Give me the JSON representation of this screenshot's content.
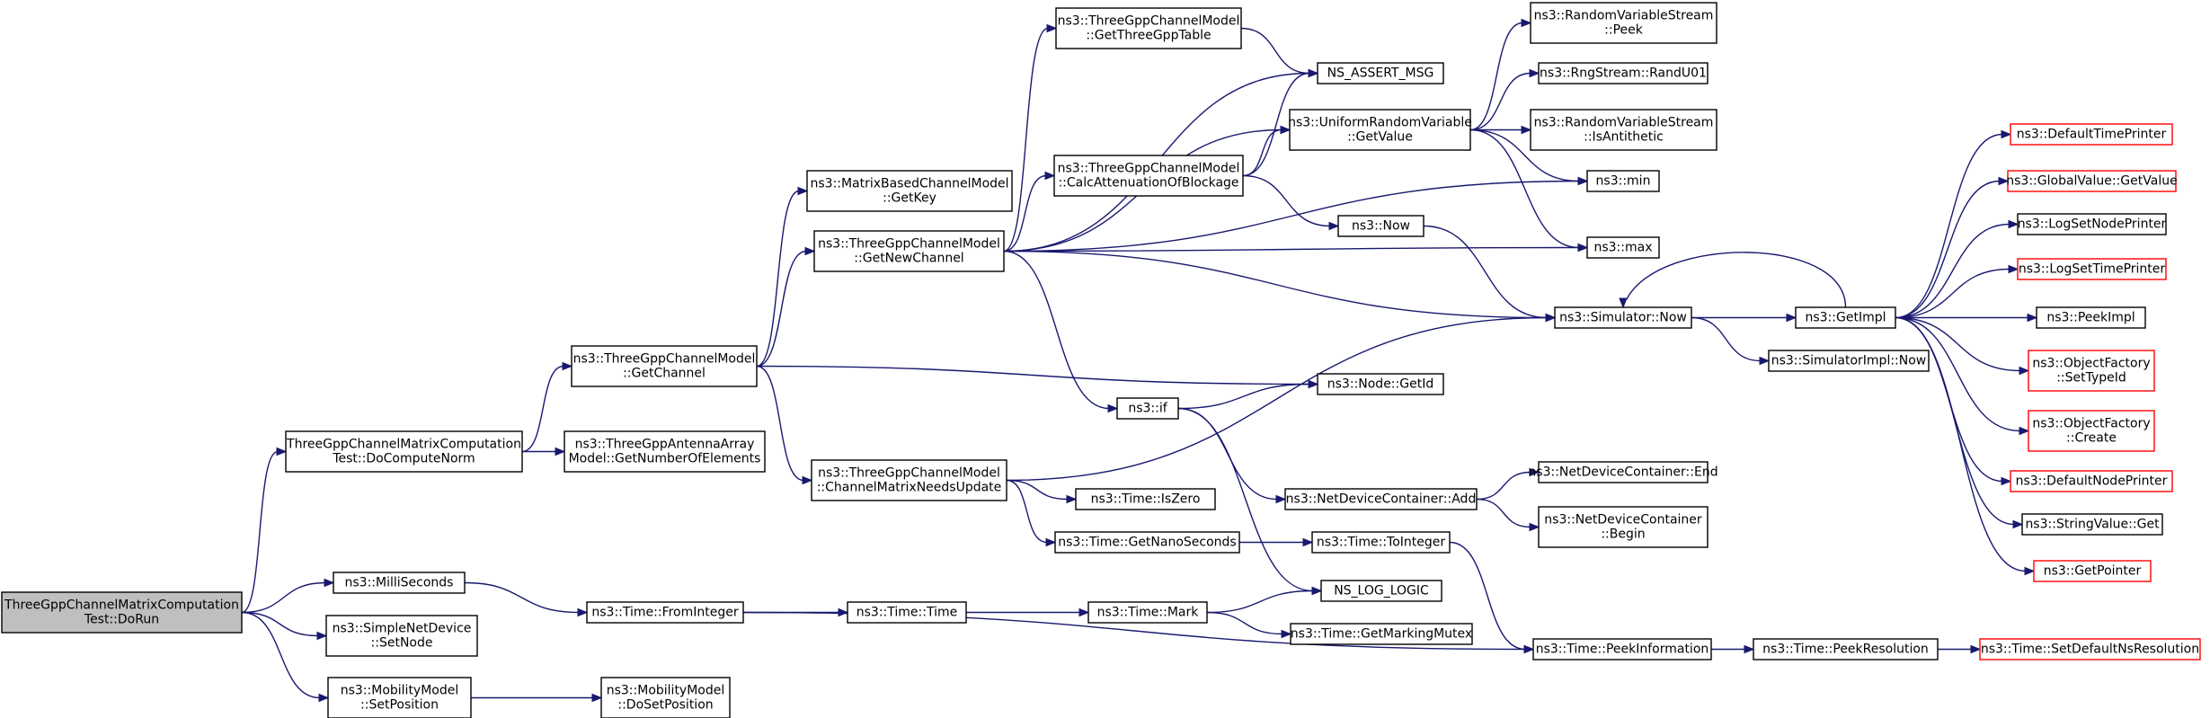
{
  "graph": {
    "nodes": [
      {
        "id": "root",
        "lines": [
          "ThreeGppChannelMatrixComputation",
          "Test::DoRun"
        ],
        "style": "root"
      },
      {
        "id": "docomputenorm",
        "lines": [
          "ThreeGppChannelMatrixComputation",
          "Test::DoComputeNorm"
        ],
        "style": "normal"
      },
      {
        "id": "millis",
        "lines": [
          "ns3::MilliSeconds"
        ],
        "style": "normal"
      },
      {
        "id": "setnode",
        "lines": [
          "ns3::SimpleNetDevice",
          "::SetNode"
        ],
        "style": "normal"
      },
      {
        "id": "setposition",
        "lines": [
          "ns3::MobilityModel",
          "::SetPosition"
        ],
        "style": "normal"
      },
      {
        "id": "getchannel",
        "lines": [
          "ns3::ThreeGppChannelModel",
          "::GetChannel"
        ],
        "style": "normal"
      },
      {
        "id": "getnumelements",
        "lines": [
          "ns3::ThreeGppAntennaArray",
          "Model::GetNumberOfElements"
        ],
        "style": "normal"
      },
      {
        "id": "fromint",
        "lines": [
          "ns3::Time::FromInteger"
        ],
        "style": "normal"
      },
      {
        "id": "dosetposition",
        "lines": [
          "ns3::MobilityModel",
          "::DoSetPosition"
        ],
        "style": "normal"
      },
      {
        "id": "getkey",
        "lines": [
          "ns3::MatrixBasedChannelModel",
          "::GetKey"
        ],
        "style": "normal"
      },
      {
        "id": "getnewchannel",
        "lines": [
          "ns3::ThreeGppChannelModel",
          "::GetNewChannel"
        ],
        "style": "normal"
      },
      {
        "id": "needsupdate",
        "lines": [
          "ns3::ThreeGppChannelModel",
          "::ChannelMatrixNeedsUpdate"
        ],
        "style": "normal"
      },
      {
        "id": "timetime",
        "lines": [
          "ns3::Time::Time"
        ],
        "style": "normal"
      },
      {
        "id": "getthreegpptable",
        "lines": [
          "ns3::ThreeGppChannelModel",
          "::GetThreeGppTable"
        ],
        "style": "normal"
      },
      {
        "id": "calcatten",
        "lines": [
          "ns3::ThreeGppChannelModel",
          "::CalcAttenuationOfBlockage"
        ],
        "style": "normal"
      },
      {
        "id": "iszero",
        "lines": [
          "ns3::Time::IsZero"
        ],
        "style": "normal"
      },
      {
        "id": "getnanos",
        "lines": [
          "ns3::Time::GetNanoSeconds"
        ],
        "style": "normal"
      },
      {
        "id": "mark",
        "lines": [
          "ns3::Time::Mark"
        ],
        "style": "normal"
      },
      {
        "id": "if",
        "lines": [
          "ns3::if"
        ],
        "style": "normal"
      },
      {
        "id": "assertmsg",
        "lines": [
          "NS_ASSERT_MSG"
        ],
        "style": "normal"
      },
      {
        "id": "urvgetvalue",
        "lines": [
          "ns3::UniformRandomVariable",
          "::GetValue"
        ],
        "style": "normal"
      },
      {
        "id": "now",
        "lines": [
          "ns3::Now"
        ],
        "style": "normal"
      },
      {
        "id": "nodegetid",
        "lines": [
          "ns3::Node::GetId"
        ],
        "style": "normal"
      },
      {
        "id": "ndcadd",
        "lines": [
          "ns3::NetDeviceContainer::Add"
        ],
        "style": "normal"
      },
      {
        "id": "tointeger",
        "lines": [
          "ns3::Time::ToInteger"
        ],
        "style": "normal"
      },
      {
        "id": "loglogic",
        "lines": [
          "NS_LOG_LOGIC"
        ],
        "style": "normal"
      },
      {
        "id": "getmarkingmutex",
        "lines": [
          "ns3::Time::GetMarkingMutex"
        ],
        "style": "normal"
      },
      {
        "id": "peek",
        "lines": [
          "ns3::RandomVariableStream",
          "::Peek"
        ],
        "style": "normal"
      },
      {
        "id": "randu01",
        "lines": [
          "ns3::RngStream::RandU01"
        ],
        "style": "normal"
      },
      {
        "id": "isantithetic",
        "lines": [
          "ns3::RandomVariableStream",
          "::IsAntithetic"
        ],
        "style": "normal"
      },
      {
        "id": "min",
        "lines": [
          "ns3::min"
        ],
        "style": "normal"
      },
      {
        "id": "max",
        "lines": [
          "ns3::max"
        ],
        "style": "normal"
      },
      {
        "id": "simnow",
        "lines": [
          "ns3::Simulator::Now"
        ],
        "style": "normal"
      },
      {
        "id": "simimplnow",
        "lines": [
          "ns3::SimulatorImpl::Now"
        ],
        "style": "normal"
      },
      {
        "id": "ndcend",
        "lines": [
          "ns3::NetDeviceContainer::End"
        ],
        "style": "normal"
      },
      {
        "id": "ndcbegin",
        "lines": [
          "ns3::NetDeviceContainer",
          "::Begin"
        ],
        "style": "normal"
      },
      {
        "id": "peekinfo",
        "lines": [
          "ns3::Time::PeekInformation"
        ],
        "style": "normal"
      },
      {
        "id": "getimpl",
        "lines": [
          "ns3::GetImpl"
        ],
        "style": "normal"
      },
      {
        "id": "peekres",
        "lines": [
          "ns3::Time::PeekResolution"
        ],
        "style": "normal"
      },
      {
        "id": "deftimeprinter",
        "lines": [
          "ns3::DefaultTimePrinter"
        ],
        "style": "truncated"
      },
      {
        "id": "gvgetvalue",
        "lines": [
          "ns3::GlobalValue::GetValue"
        ],
        "style": "truncated"
      },
      {
        "id": "logsetnodeprinter",
        "lines": [
          "ns3::LogSetNodePrinter"
        ],
        "style": "normal"
      },
      {
        "id": "logsettimeprinter",
        "lines": [
          "ns3::LogSetTimePrinter"
        ],
        "style": "truncated"
      },
      {
        "id": "peekimpl",
        "lines": [
          "ns3::PeekImpl"
        ],
        "style": "normal"
      },
      {
        "id": "ofsettypeid",
        "lines": [
          "ns3::ObjectFactory",
          "::SetTypeId"
        ],
        "style": "truncated"
      },
      {
        "id": "ofcreate",
        "lines": [
          "ns3::ObjectFactory",
          "::Create"
        ],
        "style": "truncated"
      },
      {
        "id": "defnodeprinter",
        "lines": [
          "ns3::DefaultNodePrinter"
        ],
        "style": "truncated"
      },
      {
        "id": "svget",
        "lines": [
          "ns3::StringValue::Get"
        ],
        "style": "normal"
      },
      {
        "id": "getpointer",
        "lines": [
          "ns3::GetPointer"
        ],
        "style": "truncated"
      },
      {
        "id": "setdefres",
        "lines": [
          "ns3::Time::SetDefaultNsResolution"
        ],
        "style": "truncated"
      }
    ],
    "edges": [
      [
        "root",
        "docomputenorm"
      ],
      [
        "root",
        "millis"
      ],
      [
        "root",
        "setnode"
      ],
      [
        "root",
        "setposition"
      ],
      [
        "docomputenorm",
        "getchannel"
      ],
      [
        "docomputenorm",
        "getnumelements"
      ],
      [
        "millis",
        "fromint"
      ],
      [
        "setposition",
        "dosetposition"
      ],
      [
        "getchannel",
        "getkey"
      ],
      [
        "getchannel",
        "getnewchannel"
      ],
      [
        "getchannel",
        "needsupdate"
      ],
      [
        "getchannel",
        "nodegetid"
      ],
      [
        "fromint",
        "timetime"
      ],
      [
        "fromint",
        "peekinfo"
      ],
      [
        "getnewchannel",
        "getthreegpptable"
      ],
      [
        "getnewchannel",
        "assertmsg"
      ],
      [
        "getnewchannel",
        "calcatten"
      ],
      [
        "getnewchannel",
        "urvgetvalue"
      ],
      [
        "getnewchannel",
        "min"
      ],
      [
        "getnewchannel",
        "max"
      ],
      [
        "getnewchannel",
        "simnow"
      ],
      [
        "getnewchannel",
        "if"
      ],
      [
        "needsupdate",
        "iszero"
      ],
      [
        "needsupdate",
        "getnanos"
      ],
      [
        "needsupdate",
        "simnow"
      ],
      [
        "timetime",
        "mark"
      ],
      [
        "getthreegpptable",
        "assertmsg"
      ],
      [
        "calcatten",
        "assertmsg"
      ],
      [
        "calcatten",
        "urvgetvalue"
      ],
      [
        "calcatten",
        "now"
      ],
      [
        "getnanos",
        "tointeger"
      ],
      [
        "mark",
        "loglogic"
      ],
      [
        "mark",
        "getmarkingmutex"
      ],
      [
        "if",
        "nodegetid"
      ],
      [
        "if",
        "ndcadd"
      ],
      [
        "if",
        "loglogic"
      ],
      [
        "urvgetvalue",
        "peek"
      ],
      [
        "urvgetvalue",
        "randu01"
      ],
      [
        "urvgetvalue",
        "isantithetic"
      ],
      [
        "urvgetvalue",
        "min"
      ],
      [
        "urvgetvalue",
        "max"
      ],
      [
        "now",
        "simnow"
      ],
      [
        "ndcadd",
        "ndcend"
      ],
      [
        "ndcadd",
        "ndcbegin"
      ],
      [
        "tointeger",
        "peekinfo"
      ],
      [
        "simnow",
        "getimpl"
      ],
      [
        "simnow",
        "simimplnow"
      ],
      [
        "peekinfo",
        "peekres"
      ],
      [
        "getimpl",
        "deftimeprinter"
      ],
      [
        "getimpl",
        "gvgetvalue"
      ],
      [
        "getimpl",
        "logsetnodeprinter"
      ],
      [
        "getimpl",
        "logsettimeprinter"
      ],
      [
        "getimpl",
        "peekimpl"
      ],
      [
        "getimpl",
        "ofsettypeid"
      ],
      [
        "getimpl",
        "ofcreate"
      ],
      [
        "getimpl",
        "defnodeprinter"
      ],
      [
        "getimpl",
        "svget"
      ],
      [
        "getimpl",
        "getpointer"
      ],
      [
        "getimpl",
        "simnow"
      ],
      [
        "peekres",
        "setdefres"
      ]
    ]
  },
  "colors": {
    "edge": "#191970",
    "root_fill": "#bfbfbf",
    "node_border": "#000000",
    "truncated_border": "#ff0000",
    "background": "#ffffff"
  }
}
